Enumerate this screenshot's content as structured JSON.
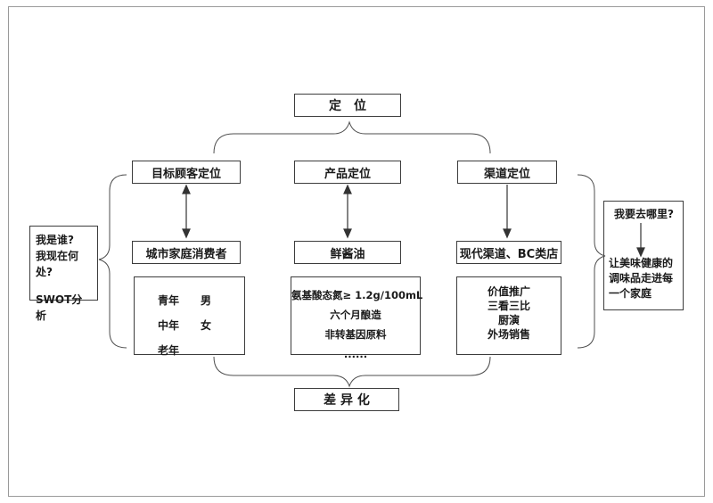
{
  "diagram": {
    "top_box": "定　位",
    "bottom_box": "差 异 化",
    "line_color": "#4d4d4d"
  },
  "columns": [
    {
      "header": "目标顾客定位",
      "mid": "城市家庭消费者",
      "items": [
        "青年　　男",
        "中年　　女",
        "老年"
      ]
    },
    {
      "header": "产品定位",
      "mid": "鲜酱油",
      "items": [
        "氨基酸态氮≥ 1.2g/100mL",
        "六个月酿造",
        "非转基因原料",
        "......"
      ]
    },
    {
      "header": "渠道定位",
      "mid": "现代渠道、BC类店",
      "items": [
        "价值推广",
        "三看三比",
        "厨演",
        "外场销售"
      ]
    }
  ],
  "left_note": {
    "line1": "我是谁?",
    "line2": "我现在何处?",
    "line3": "SWOT分析"
  },
  "right_note": {
    "question": "我要去哪里?",
    "answer": "让美味健康的调味品走进每一个家庭"
  }
}
